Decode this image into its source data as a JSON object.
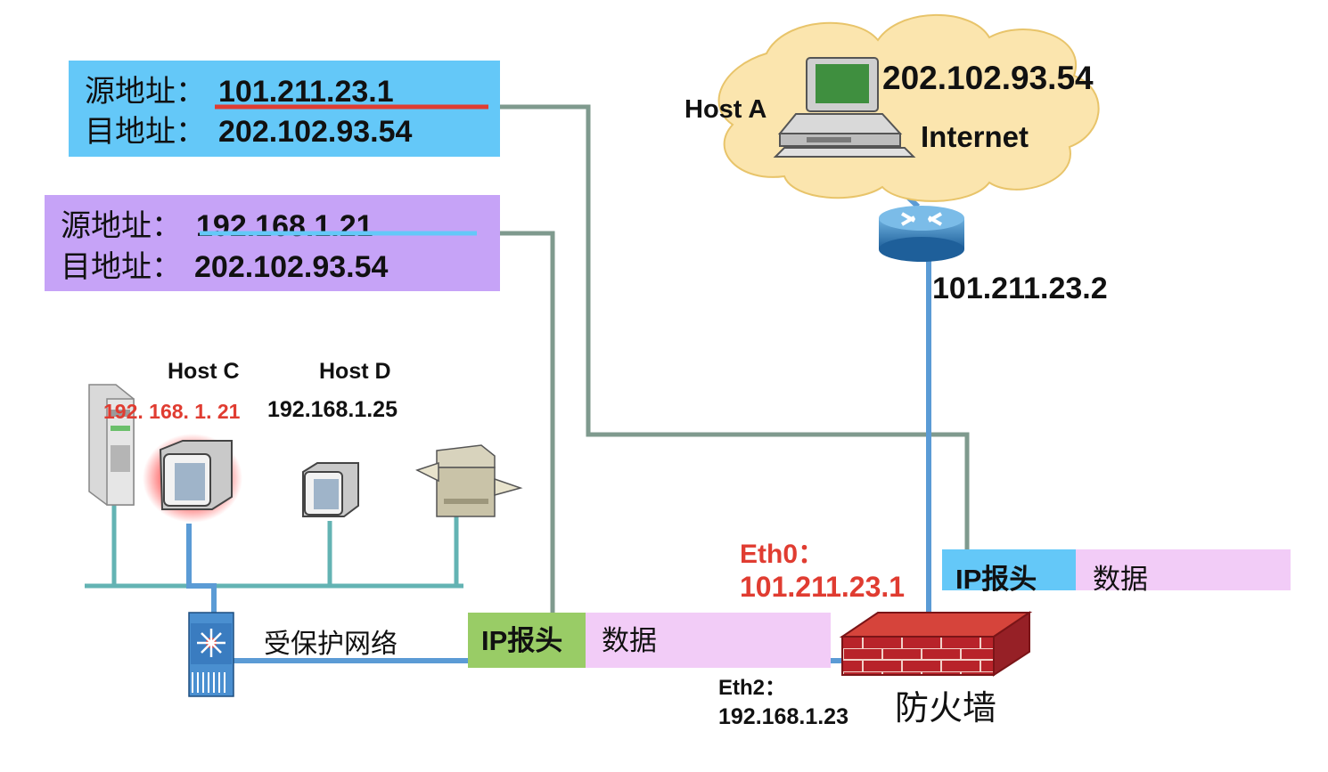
{
  "nat_after": {
    "src_label": "源地址：",
    "src_value": "101.211.23.1",
    "dst_label": "目地址：",
    "dst_value": "202.102.93.54"
  },
  "nat_before": {
    "src_label": "源地址：",
    "src_value": "192.168.1.21",
    "dst_label": "目地址：",
    "dst_value": "202.102.93.54"
  },
  "internet": {
    "host_a_label": "Host A",
    "host_a_ip": "202.102.93.54",
    "cloud_label": "Internet",
    "router_ip": "101.211.23.2"
  },
  "lan": {
    "host_c_label": "Host C",
    "host_c_ip": "192. 168. 1. 21",
    "host_d_label": "Host D",
    "host_d_ip": "192.168.1.25",
    "network_label": "受保护网络"
  },
  "firewall": {
    "label": "防火墙",
    "eth0_label": "Eth0：",
    "eth0_ip": "101.211.23.1",
    "eth2_label": "Eth2：",
    "eth2_ip": "192.168.1.23"
  },
  "packets": {
    "inner": {
      "header": "IP报头",
      "payload": "数据"
    },
    "outer": {
      "header": "IP报头",
      "payload": "数据"
    }
  },
  "colors": {
    "blue_box": "#64c8f8",
    "purple_box": "#c6a3f7",
    "pink_payload": "#f2ccf7",
    "green_header": "#99cc66",
    "line_blue": "#5b9bd5",
    "line_gray": "#7f9a8e",
    "line_teal": "#63b3b3",
    "accent_red": "#e03c31",
    "brick_red": "#b8232a"
  },
  "icons": [
    "desktop-computer-icon",
    "router-icon",
    "cloud-icon",
    "server-tower-icon",
    "monitor-icon",
    "printer-icon",
    "switch-icon",
    "firewall-icon"
  ]
}
